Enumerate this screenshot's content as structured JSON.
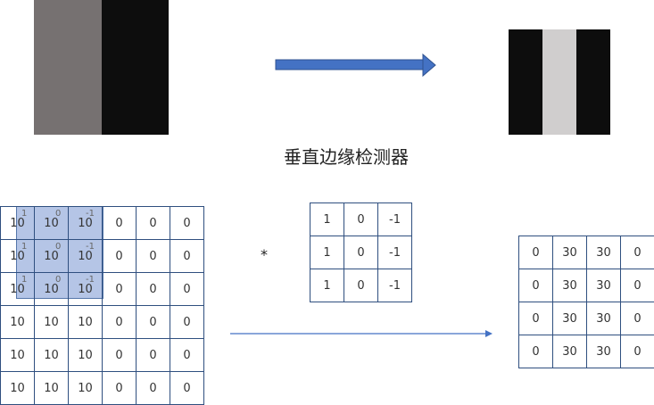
{
  "title": "垂直边缘检测器",
  "operator": "*",
  "colors": {
    "left_gray": "#767171",
    "black": "#0d0d0d",
    "light_gray": "#d0cece",
    "arrow_blue": "#4472C4",
    "grid_border": "#2F4F7F",
    "overlay": "#8FAADC"
  },
  "input_grid": [
    [
      "10",
      "10",
      "10",
      "0",
      "0",
      "0"
    ],
    [
      "10",
      "10",
      "10",
      "0",
      "0",
      "0"
    ],
    [
      "10",
      "10",
      "10",
      "0",
      "0",
      "0"
    ],
    [
      "10",
      "10",
      "10",
      "0",
      "0",
      "0"
    ],
    [
      "10",
      "10",
      "10",
      "0",
      "0",
      "0"
    ],
    [
      "10",
      "10",
      "10",
      "0",
      "0",
      "0"
    ]
  ],
  "kernel_overlay_superscripts": [
    [
      "1",
      "0",
      "-1"
    ],
    [
      "1",
      "0",
      "-1"
    ],
    [
      "1",
      "0",
      "-1"
    ]
  ],
  "kernel": [
    [
      "1",
      "0",
      "-1"
    ],
    [
      "1",
      "0",
      "-1"
    ],
    [
      "1",
      "0",
      "-1"
    ]
  ],
  "output_grid": [
    [
      "0",
      "30",
      "30",
      "0"
    ],
    [
      "0",
      "30",
      "30",
      "0"
    ],
    [
      "0",
      "30",
      "30",
      "0"
    ],
    [
      "0",
      "30",
      "30",
      "0"
    ]
  ]
}
